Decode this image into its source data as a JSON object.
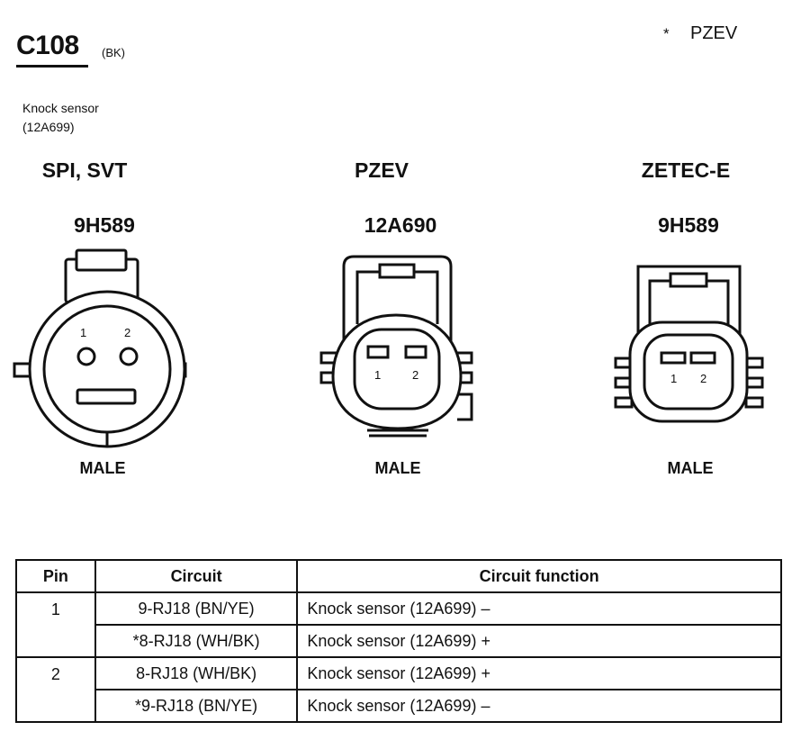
{
  "header": {
    "connector_id": "C108",
    "connector_color": "(BK)",
    "note_symbol": "*",
    "note_label": "PZEV",
    "component_name": "Knock sensor",
    "component_part": "(12A699)"
  },
  "connectors": [
    {
      "variant": "SPI, SVT",
      "part": "9H589",
      "pin1": "1",
      "pin2": "2",
      "gender": "MALE"
    },
    {
      "variant": "PZEV",
      "part": "12A690",
      "pin1": "1",
      "pin2": "2",
      "gender": "MALE"
    },
    {
      "variant": "ZETEC-E",
      "part": "9H589",
      "pin1": "1",
      "pin2": "2",
      "gender": "MALE"
    }
  ],
  "table": {
    "headers": [
      "Pin",
      "Circuit",
      "Circuit function"
    ],
    "rows": [
      {
        "pin": "1",
        "circuit": "9-RJ18 (BN/YE)",
        "function": "Knock sensor (12A699) –"
      },
      {
        "pin": "",
        "circuit": "*8-RJ18 (WH/BK)",
        "function": "Knock sensor (12A699) +"
      },
      {
        "pin": "2",
        "circuit": "8-RJ18 (WH/BK)",
        "function": "Knock sensor (12A699) +"
      },
      {
        "pin": "",
        "circuit": "*9-RJ18 (BN/YE)",
        "function": "Knock sensor (12A699) –"
      }
    ]
  }
}
